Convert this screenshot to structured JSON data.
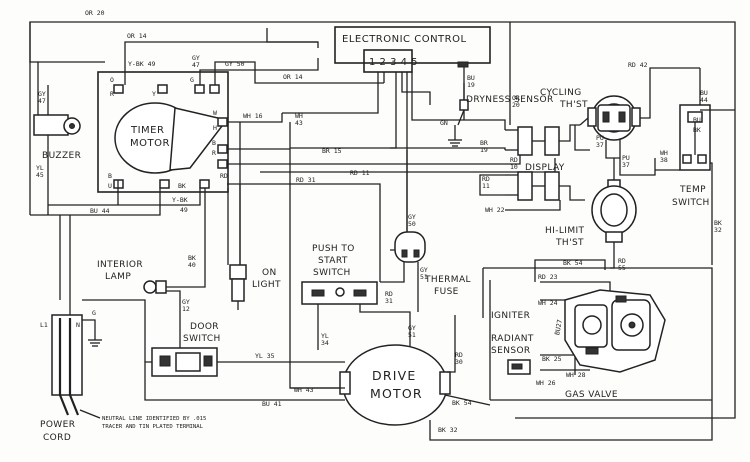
{
  "components": {
    "electronic_control": "ELECTRONIC CONTROL",
    "control_pins": "1 2 3 4 5",
    "timer_motor_1": "TIMER",
    "timer_motor_2": "MOTOR",
    "buzzer": "BUZZER",
    "dryness_sensor": "DRYNESS SENSOR",
    "dryness_sensor_gn": "GN",
    "display": "DISPLAY",
    "cycling_thst_1": "CYCLING",
    "cycling_thst_2": "TH'ST",
    "hi_limit_1": "HI-LIMIT",
    "hi_limit_2": "TH'ST",
    "temp_switch_1": "TEMP",
    "temp_switch_2": "SWITCH",
    "interior_lamp_1": "INTERIOR",
    "interior_lamp_2": "LAMP",
    "on_light_1": "ON",
    "on_light_2": "LIGHT",
    "push_to_start_1": "PUSH TO",
    "push_to_start_2": "START",
    "push_to_start_3": "SWITCH",
    "thermal_fuse_1": "THERMAL",
    "thermal_fuse_2": "FUSE",
    "door_switch_1": "DOOR",
    "door_switch_2": "SWITCH",
    "drive_motor_1": "DRIVE",
    "drive_motor_2": "MOTOR",
    "igniter": "IGNITER",
    "radiant_sensor_1": "RADIANT",
    "radiant_sensor_2": "SENSOR",
    "gas_valve": "GAS VALVE",
    "power_cord_1": "POWER",
    "power_cord_2": "CORD",
    "power_l1": "L1",
    "power_n": "N",
    "power_g": "G",
    "neutral_note_1": "NEUTRAL LINE IDENTIFIED BY .015",
    "neutral_note_2": "TRACER AND TIN PLATED TERMINAL"
  },
  "wires": {
    "or20_top": "OR 20",
    "or14_top": "OR 14",
    "y_bk_49_top": "Y-BK 49",
    "gy47_a": "GY",
    "gy47_b": "47",
    "gy_top_a": "GY",
    "gy_top_b": "47",
    "gy50_top": "GY 50",
    "or14_mid": "OR 14",
    "bu19_a": "BU",
    "bu19_b": "19",
    "or20_right_a": "OR",
    "or20_right_b": "20",
    "wh16": "WH 16",
    "wh43_a": "WH",
    "wh43_b": "43",
    "br15": "BR 15",
    "br19_a": "BR",
    "br19_b": "19",
    "rd10_a": "RD",
    "rd10_b": "10",
    "rd11_a": "RD",
    "rd11_b": "11",
    "rd31": "RD 31",
    "rd11_mid": "RD 11",
    "yl45_a": "YL",
    "yl45_b": "45",
    "bu44": "BU 44",
    "y_bk_49_bot_a": "Y-BK",
    "y_bk_49_bot_b": "49",
    "wh22": "WH 22",
    "rd42": "RD 42",
    "bu44_right_a": "BU",
    "bu44_right_b": "44",
    "pu37_a": "PU",
    "pu37_b": "37",
    "pu37_b2_a": "PU",
    "pu37_b2_b": "37",
    "wh38_a": "WH",
    "wh38_b": "38",
    "rd55_a": "RD",
    "rd55_b": "55",
    "bk32_right_a": "BK",
    "bk32_right_b": "32",
    "bk40_a": "BK",
    "bk40_b": "40",
    "gy12_a": "GY",
    "gy12_b": "12",
    "gy50_mid_a": "GY",
    "gy50_mid_b": "50",
    "gy51_a": "GY",
    "gy51_b": "51",
    "rd31_b_a": "RD",
    "rd31_b_b": "31",
    "yl34_a": "YL",
    "yl34_b": "34",
    "gy51_bot_a": "GY",
    "gy51_bot_b": "51",
    "rd30_a": "RD",
    "rd30_b": "30",
    "yl35": "YL 35",
    "wh43_bot": "WH 43",
    "bu41": "BU 41",
    "bk54_bot": "BK 54",
    "bk32_bot": "BK 32",
    "bk54_top": "BK 54",
    "rd23": "RD 23",
    "wh24": "WH 24",
    "bu27": "BU27",
    "bk25": "BK 25",
    "wh26": "WH 26",
    "wh28": "WH 28",
    "temp_bk": "BK",
    "temp_bu": "BU"
  },
  "terminals": {
    "timer_o": "O",
    "timer_r": "R",
    "timer_y": "Y",
    "timer_g": "G",
    "timer_wh": "W",
    "timer_h": "H",
    "timer_b": "B",
    "timer_r2": "R",
    "timer_bu": "B",
    "timer_u": "U",
    "timer_rd": "RD",
    "timer_bk": "BK"
  }
}
